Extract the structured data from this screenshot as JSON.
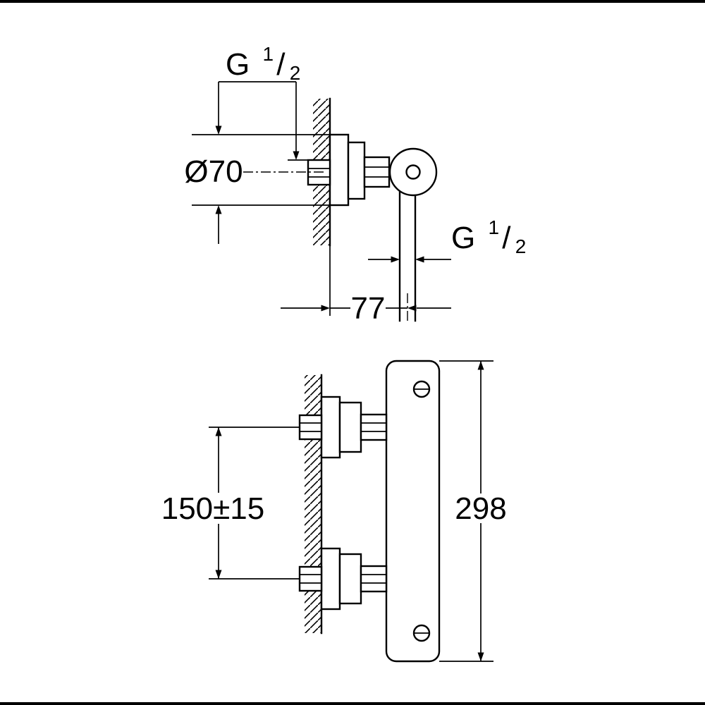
{
  "diagram": {
    "type": "technical-dimension-drawing",
    "subject": "wall-mounted thermostatic shower mixer installation drawing",
    "colors": {
      "line": "#000000",
      "background": "#ffffff"
    },
    "labels": {
      "thread_top": {
        "base": "G",
        "sup": "1",
        "slash": "/",
        "sub": "2"
      },
      "thread_outlet": {
        "base": "G",
        "sup": "1",
        "slash": "/",
        "sub": "2"
      },
      "diameter": "Ø70",
      "wall_offset": "77",
      "inlet_spacing": "150±15",
      "height": "298"
    },
    "dimensions": {
      "escutcheon_diameter": "Ø70",
      "wall_to_outlet": "77",
      "inlet_spacing": "150±15",
      "overall_height": "298",
      "inlet_thread": "G 1/2",
      "outlet_thread": "G 1/2"
    }
  }
}
